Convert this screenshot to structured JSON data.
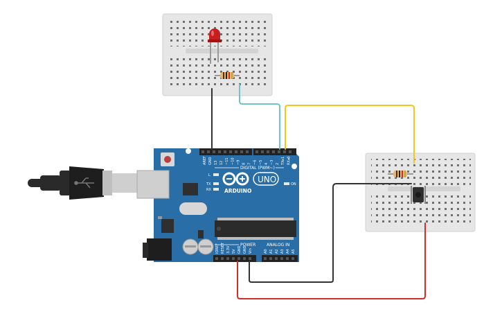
{
  "board": {
    "brand": "ARDUINO",
    "model": "UNO",
    "digital_label": "DIGITAL (PWM~)",
    "power_label": "POWER",
    "analog_label": "ANALOG IN",
    "led_on_label": "ON",
    "led_l_label": "L",
    "led_tx_label": "TX",
    "led_rx_label": "RX",
    "aref_label": "AREF",
    "gnd_label": "GND",
    "digital_pins": [
      "13",
      "12",
      "~11",
      "~10",
      "~9",
      "8",
      "7",
      "~6",
      "~5",
      "4",
      "~3",
      "2",
      "TX▸1",
      "RX◂0"
    ],
    "power_pins": [
      "IOREF",
      "RESET",
      "3.3V",
      "5V",
      "GND",
      "GND",
      "Vin"
    ],
    "analog_pins": [
      "A0",
      "A1",
      "A2",
      "A3",
      "A4",
      "A5"
    ]
  },
  "colors": {
    "board": "#2a6ea8",
    "board_dark": "#1f5a8c",
    "breadboard": "#e6e6e6",
    "wire_black": "#333333",
    "wire_cyan": "#6cc6c8",
    "wire_yellow": "#f5c518",
    "wire_red": "#d12b2b",
    "led_red": "#c81e1e"
  }
}
